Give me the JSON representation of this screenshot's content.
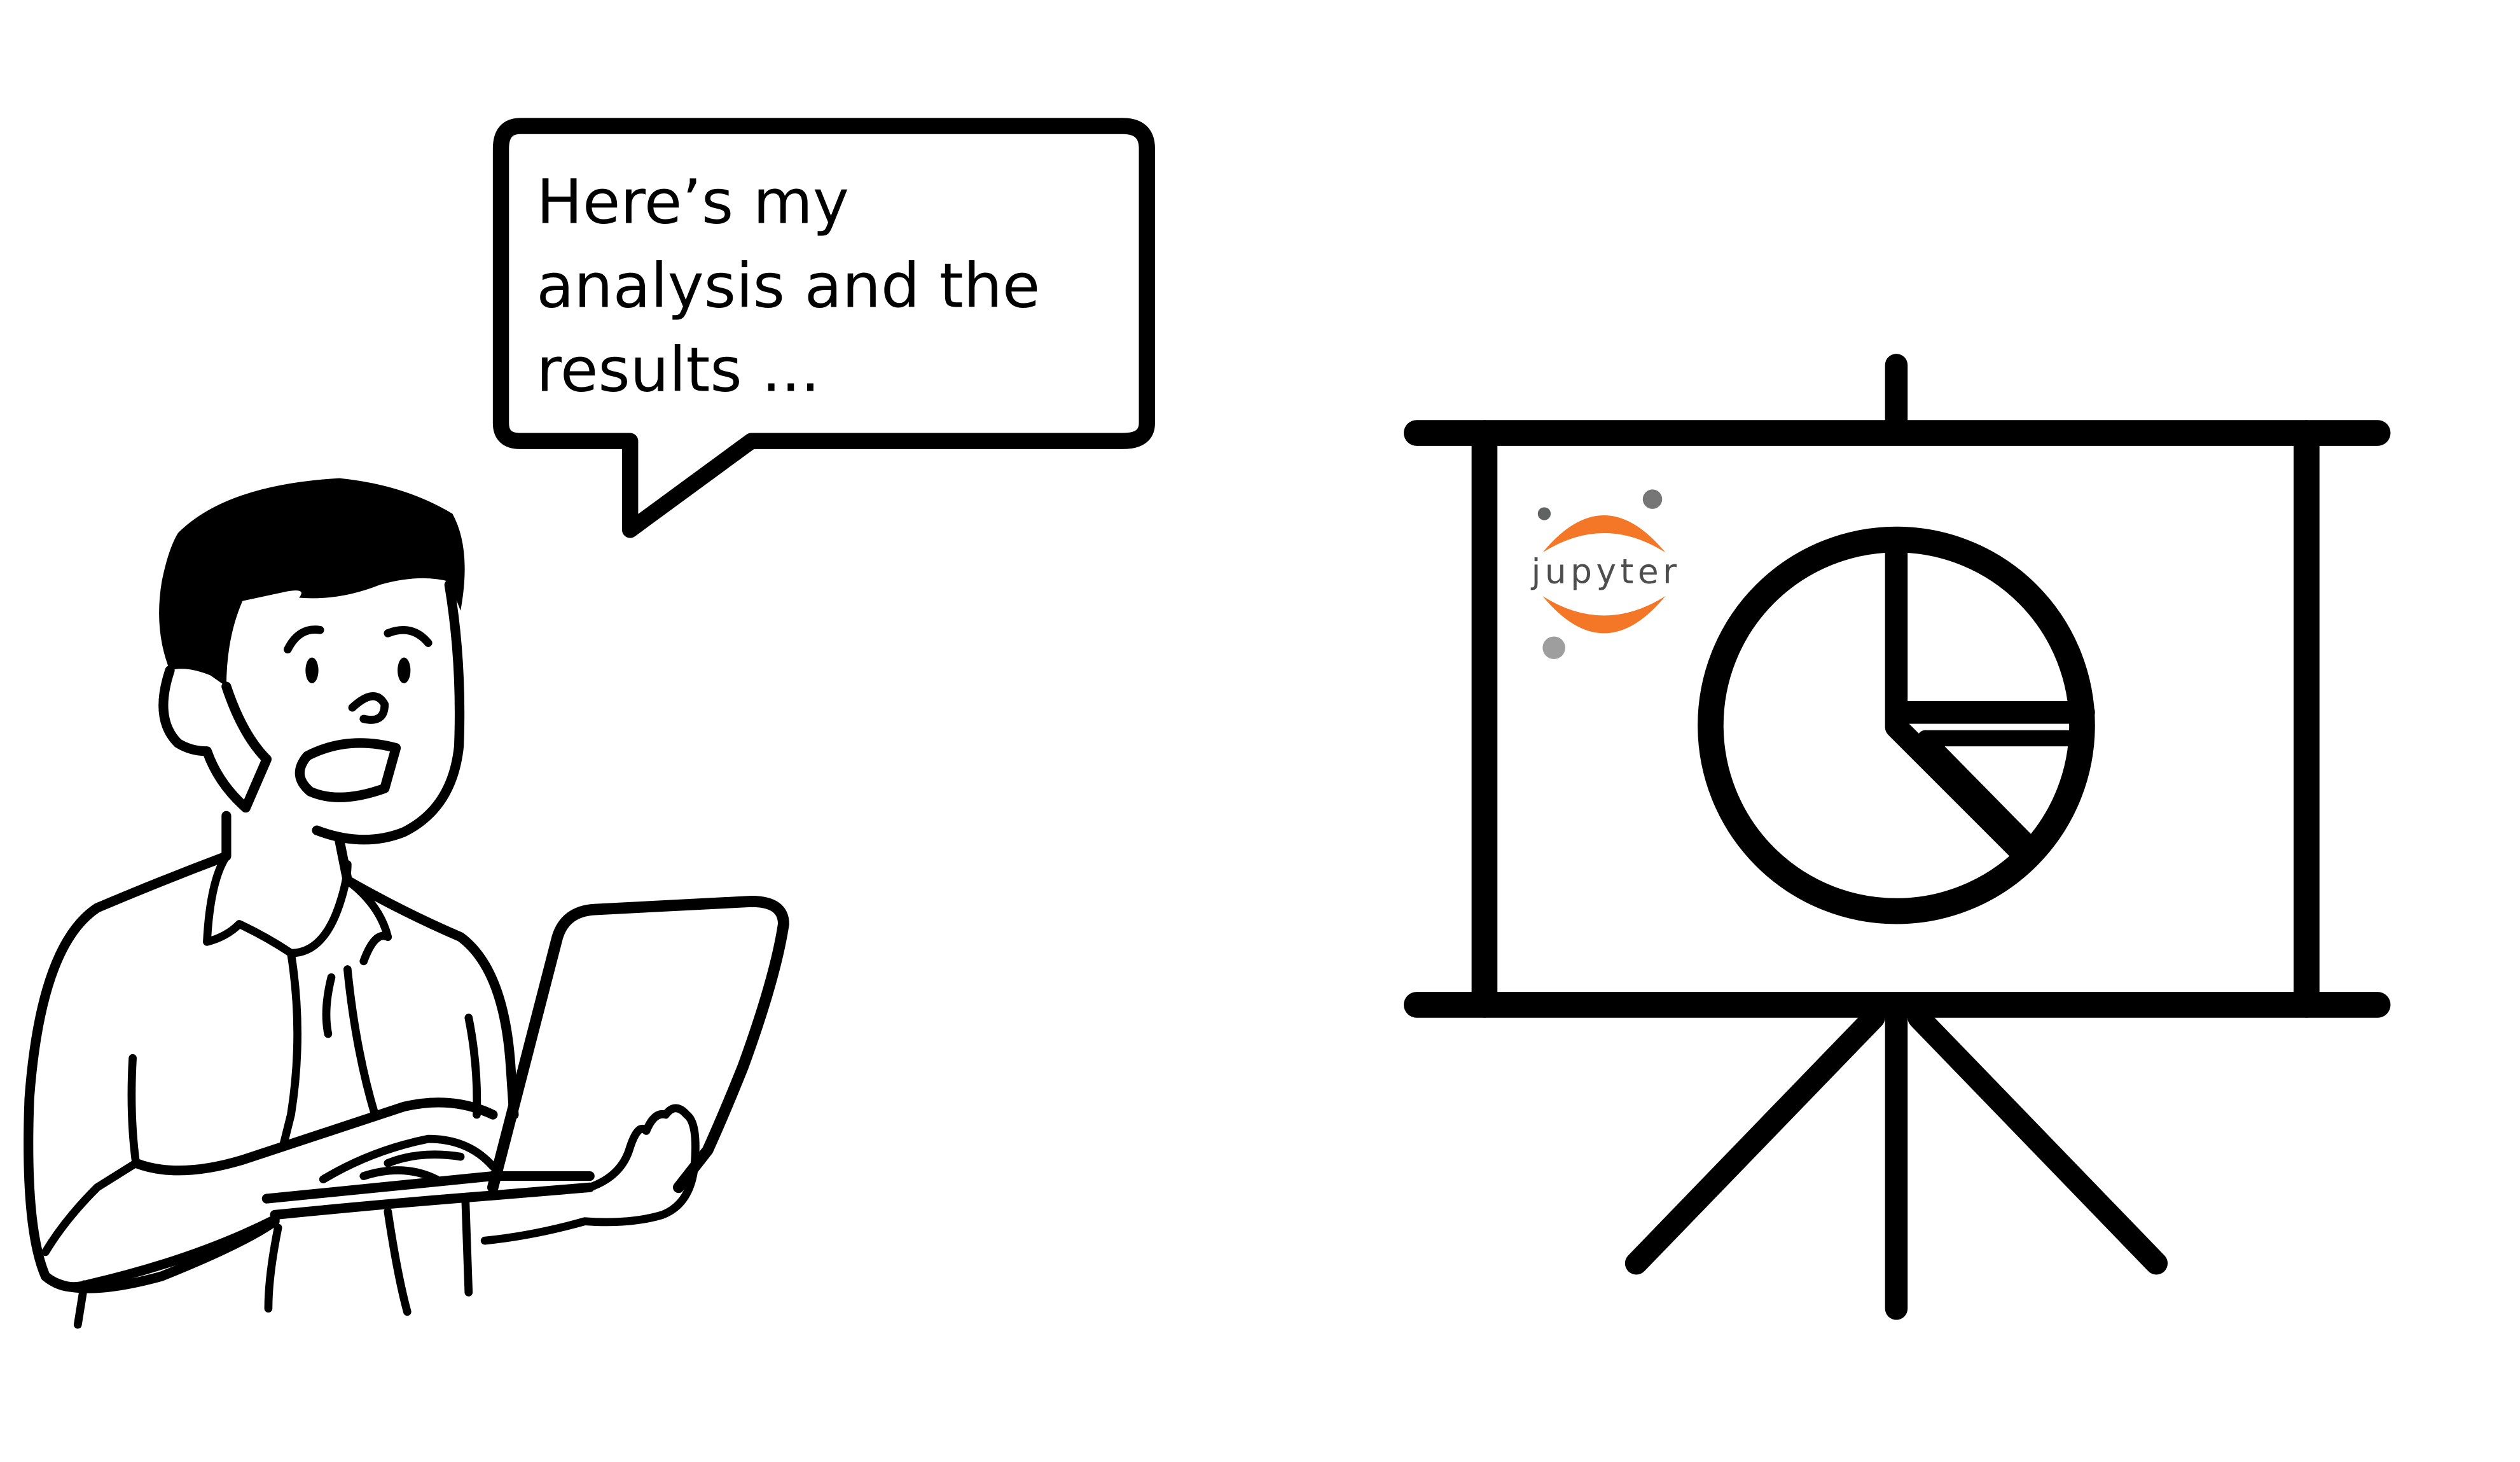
{
  "speech_bubble": {
    "lines": [
      "Here’s my",
      "analysis and the",
      "results ..."
    ]
  },
  "logo": {
    "text": "jupyter",
    "orange": "#F37726",
    "gray_dark": "#616262",
    "gray_mid": "#767677",
    "gray_light": "#9E9E9E"
  },
  "icons": {
    "presentation": "presentation-board-icon",
    "chart": "pie-chart-icon"
  }
}
